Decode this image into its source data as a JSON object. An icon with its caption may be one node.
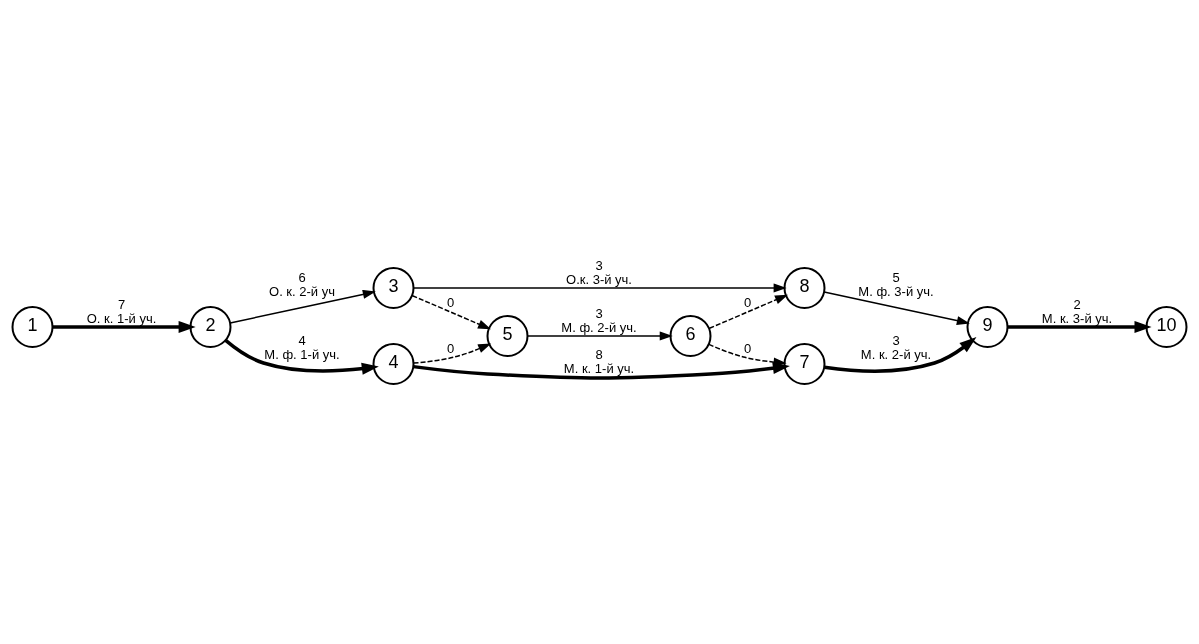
{
  "diagram": {
    "nodes": [
      {
        "text": [
          "1"
        ]
      },
      {
        "text": [
          "2"
        ]
      },
      {
        "text": [
          "3"
        ]
      },
      {
        "text": [
          "4"
        ]
      },
      {
        "text": [
          "5"
        ]
      },
      {
        "text": [
          "6"
        ]
      },
      {
        "text": [
          "7"
        ]
      },
      {
        "text": [
          "8"
        ]
      },
      {
        "text": [
          "9"
        ]
      },
      {
        "text": [
          "10"
        ]
      }
    ],
    "edges": [
      {
        "from": 0,
        "to": 1,
        "arrow": "to",
        "label": "7 О. к. 1-й уч.",
        "style": "thick"
      },
      {
        "from": 1,
        "to": 2,
        "arrow": "to",
        "label": "6 О. к. 2-й уч"
      },
      {
        "from": 2,
        "to": 7,
        "arrow": "to",
        "label": "3 О.к. 3-й уч."
      },
      {
        "from": 2,
        "to": 4,
        "arrow": "to",
        "label": "0",
        "style": "dashed"
      },
      {
        "from": 1,
        "to": 3,
        "arrow": "to",
        "label": "4 М. ф. 1-й уч.",
        "style": "thick"
      },
      {
        "from": 3,
        "to": 4,
        "arrow": "to",
        "label": "0",
        "style": "dashed"
      },
      {
        "from": 4,
        "to": 5,
        "arrow": "to",
        "label": "3 М. ф. 2-й уч."
      },
      {
        "from": 5,
        "to": 7,
        "arrow": "to",
        "label": "0",
        "style": "dashed"
      },
      {
        "from": 5,
        "to": 6,
        "arrow": "to",
        "label": "0",
        "style": "dashed"
      },
      {
        "from": 7,
        "to": 8,
        "arrow": "to",
        "label": "5 М. ф. 3-й уч."
      },
      {
        "from": 3,
        "to": 6,
        "arrow": "to",
        "label": "8 М. к. 1-й уч.",
        "style": "thick"
      },
      {
        "from": 6,
        "to": 8,
        "arrow": "to",
        "label": "3 М. к. 2-й уч.",
        "style": "thick"
      },
      {
        "from": 8,
        "to": 9,
        "arrow": "to",
        "label": "2 М. к. 3-й уч.",
        "style": "thick"
      }
    ]
  }
}
